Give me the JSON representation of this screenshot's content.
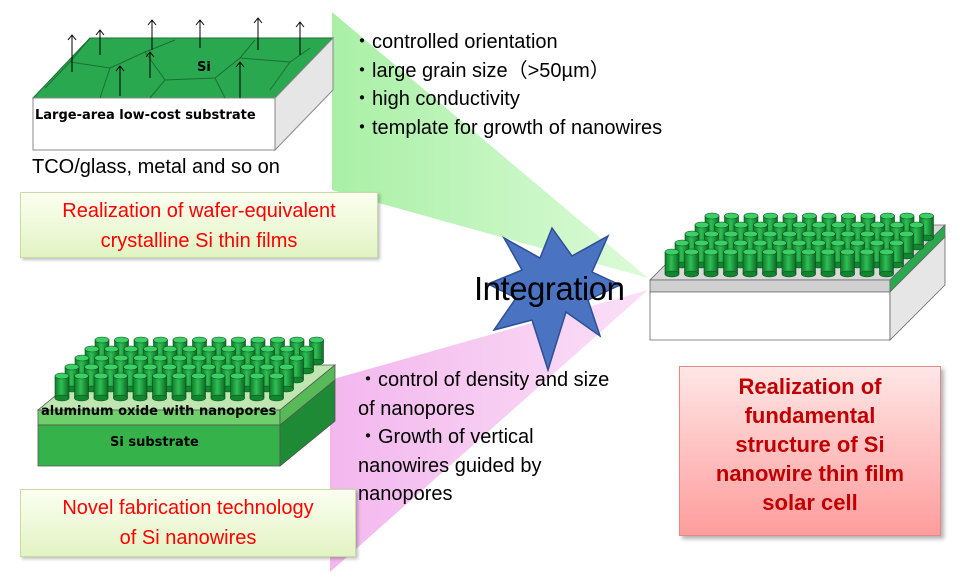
{
  "top_left": {
    "si_label": "Si",
    "substrate_label": "Large-area low-cost substrate",
    "examples": "TCO/glass, metal and so on",
    "box_line1": "Realization of wafer-equivalent",
    "box_line2": "crystalline Si thin films"
  },
  "features_top": [
    "・controlled orientation",
    "・large grain size（>50µm）",
    "・high conductivity",
    "・template for growth of nanowires"
  ],
  "center": {
    "label": "Integration"
  },
  "bottom_left": {
    "oxide_label": "aluminum oxide with nanopores",
    "substrate_label": "Si substrate",
    "box_line1": "Novel fabrication technology",
    "box_line2": "of Si nanowires"
  },
  "features_bottom": [
    "・control of density and size",
    "of nanopores",
    "・Growth of vertical",
    "nanowires guided by",
    "nanopores"
  ],
  "result": {
    "lines": [
      "Realization of",
      "fundamental",
      "structure of Si",
      "nanowire thin film",
      "solar cell"
    ]
  },
  "colors": {
    "si_film": "#2aa84f",
    "nanowire": "#1f9e3e",
    "green_band": "#c8f5c4",
    "pink_band": "#f6c6f0",
    "star": "#4a73c2",
    "red_text": "#ff0000"
  }
}
